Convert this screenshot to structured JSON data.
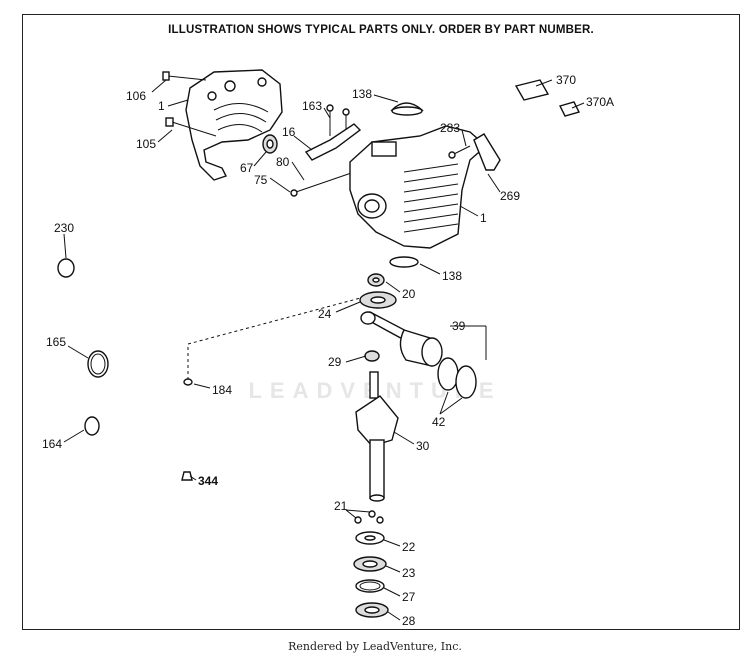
{
  "header": {
    "note": "ILLUSTRATION SHOWS TYPICAL PARTS ONLY. ORDER BY PART NUMBER."
  },
  "footer": {
    "rendered_by": "Rendered by LeadVenture, Inc."
  },
  "watermark": {
    "text": "LEADVENTURE"
  },
  "callouts": {
    "p370": "370",
    "p370A": "370A",
    "p106": "106",
    "p1a": "1",
    "p163": "163",
    "p138a": "138",
    "p283": "283",
    "p105": "105",
    "p16": "16",
    "p67": "67",
    "p80": "80",
    "p75": "75",
    "p269": "269",
    "p1b": "1",
    "p230": "230",
    "p138b": "138",
    "p20": "20",
    "p24": "24",
    "p39": "39",
    "p165": "165",
    "p29": "29",
    "p184": "184",
    "p42": "42",
    "p164": "164",
    "p30": "30",
    "p344": "344",
    "p21": "21",
    "p22": "22",
    "p23": "23",
    "p27": "27",
    "p28": "28"
  }
}
